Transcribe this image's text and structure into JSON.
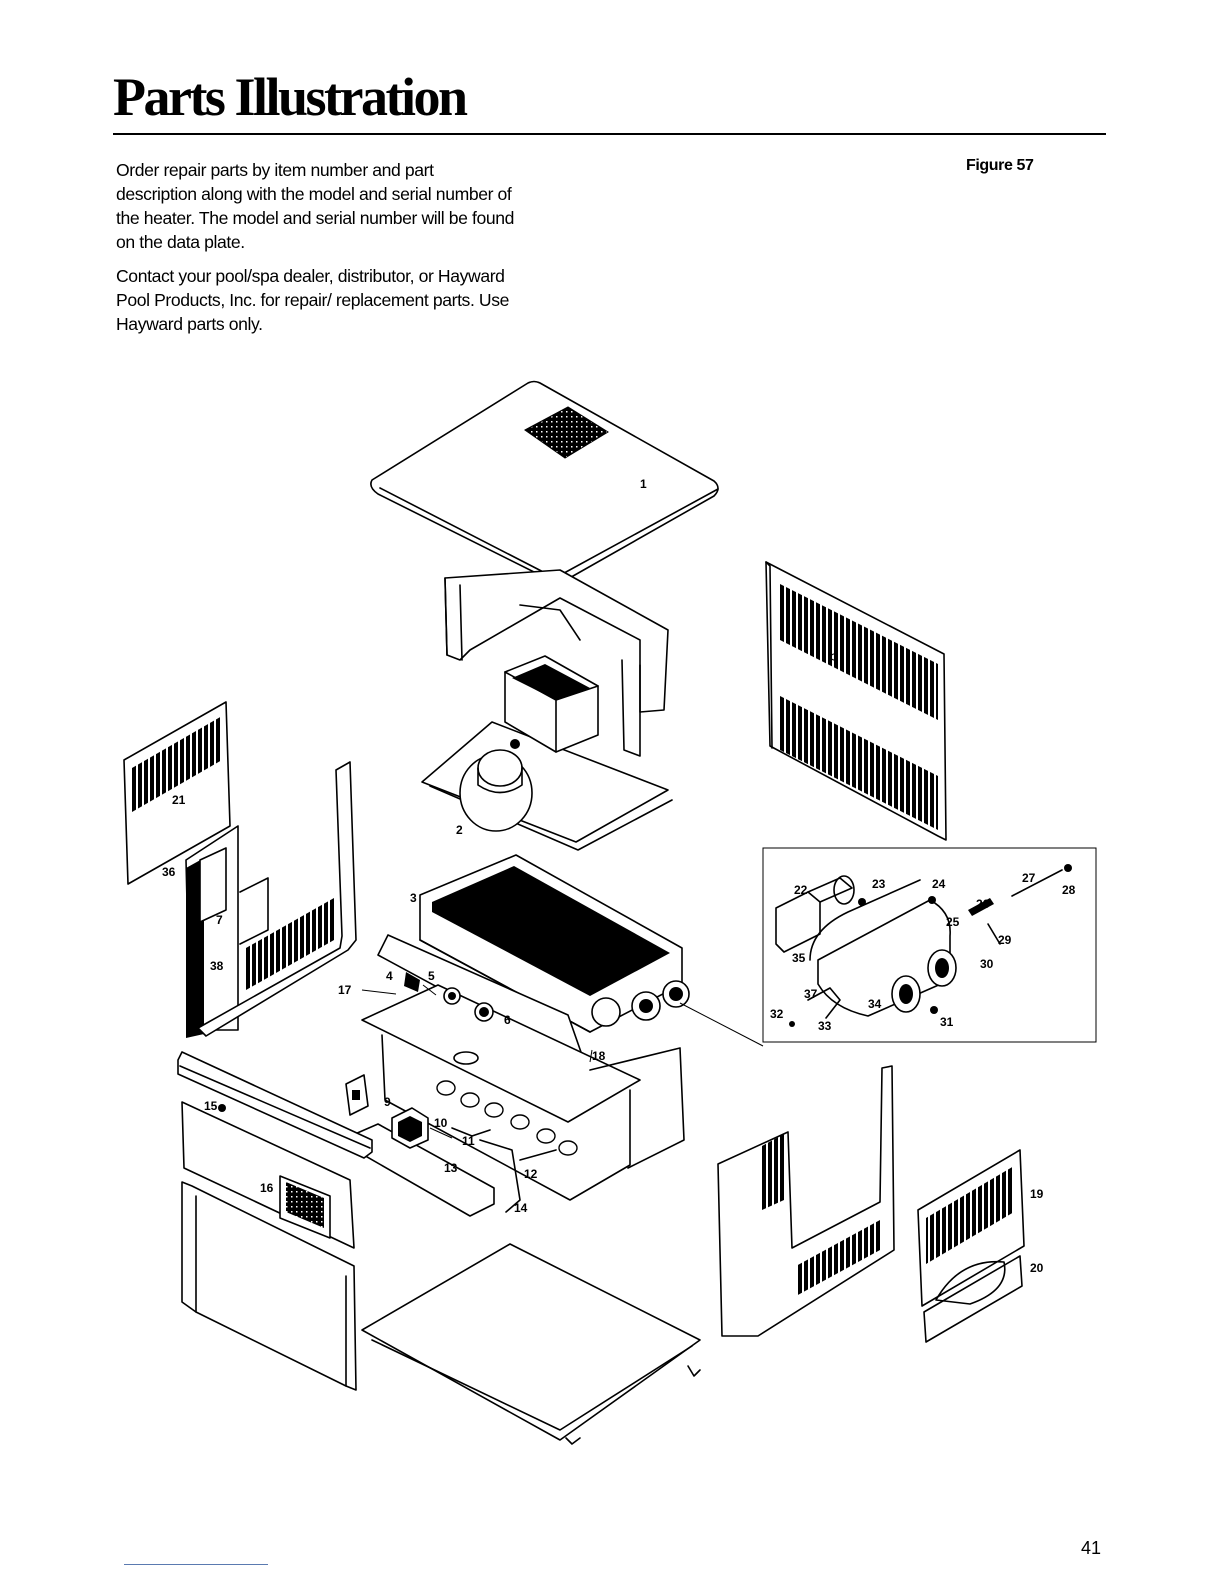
{
  "page": {
    "title": "Parts Illustration",
    "intro_paragraphs": [
      "Order repair parts by item number and part description along with the model and serial number of the heater. The model and serial number will be found on the data plate.",
      "Contact your pool/spa dealer, distributor, or Hayward Pool Products, Inc. for repair/ replacement parts. Use Hayward parts only."
    ],
    "figure_label": "Figure 57",
    "page_number": "41"
  },
  "callouts": [
    "1",
    "2",
    "3",
    "4",
    "5",
    "6",
    "7",
    "9",
    "10",
    "11",
    "12",
    "13",
    "14",
    "15",
    "16",
    "17",
    "18",
    "19",
    "20",
    "21",
    "22",
    "23",
    "24",
    "25",
    "26",
    "27",
    "28",
    "29",
    "30",
    "31",
    "32",
    "33",
    "34",
    "35",
    "36",
    "37",
    "38"
  ]
}
